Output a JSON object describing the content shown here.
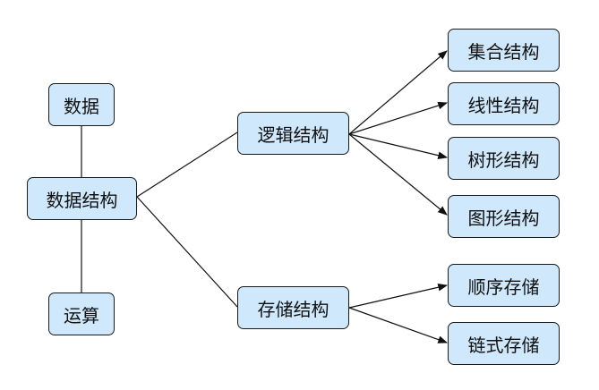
{
  "diagram": {
    "root": "数据结构",
    "aspects": {
      "data": "数据",
      "operation": "运算"
    },
    "logical": {
      "label": "逻辑结构",
      "children": [
        "集合结构",
        "线性结构",
        "树形结构",
        "图形结构"
      ]
    },
    "storage": {
      "label": "存储结构",
      "children": [
        "顺序存储",
        "链式存储"
      ]
    }
  },
  "colors": {
    "node_fill": "#cfe8fb",
    "stroke": "#111111"
  }
}
